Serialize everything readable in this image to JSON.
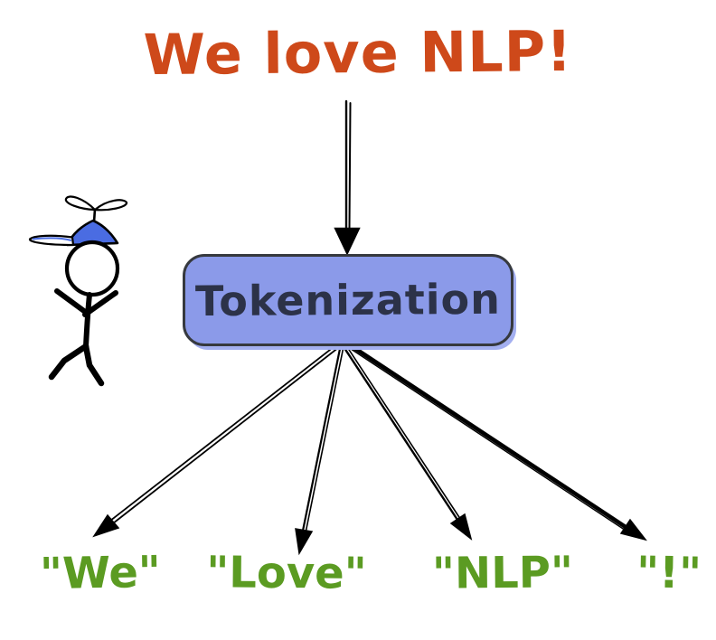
{
  "title": {
    "text": "We love NLP!",
    "color": "#ce491a"
  },
  "process_box": {
    "label": "Tokenization",
    "fill": "#8b9ae9",
    "border": "#36393e",
    "text_color": "#2c3248",
    "shadow": "#a3aff0"
  },
  "tokens": {
    "color": "#5b9b22",
    "items": [
      {
        "label": "\"We\""
      },
      {
        "label": "\"Love\""
      },
      {
        "label": "\"NLP\""
      },
      {
        "label": "\"!\""
      }
    ]
  },
  "arrows": {
    "color": "#000000",
    "input_count": 1,
    "output_count": 4
  },
  "mascot": {
    "icon": "stick-figure-propeller-cap",
    "cap_color": "#4a6ce2"
  }
}
